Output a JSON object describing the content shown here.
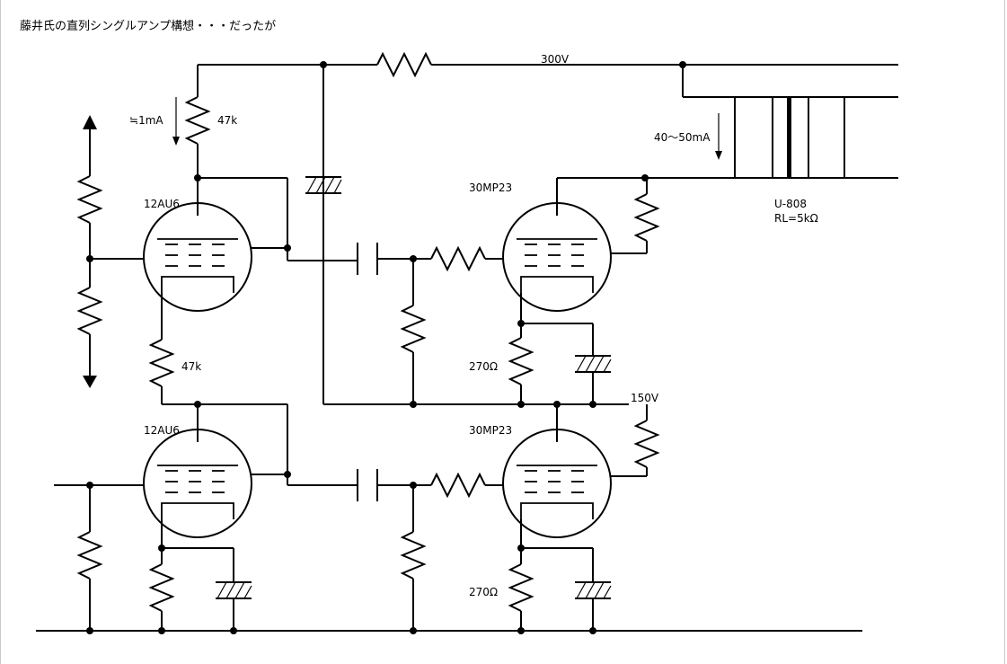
{
  "title": "藤井氏の直列シングルアンプ構想・・・だったが",
  "labels": {
    "b_plus": "300V",
    "mid_supply": "150V",
    "current_drive": "≒1mA",
    "current_output": "40～50mA",
    "r_plate_upper": "47k",
    "r_plate_lower": "47k",
    "tube_driver_upper": "12AU6",
    "tube_driver_lower": "12AU6",
    "tube_output_upper": "30MP23",
    "tube_output_lower": "30MP23",
    "r_cathode_upper": "270Ω",
    "r_cathode_lower": "270Ω",
    "transformer": "U-808",
    "load": "RL=5kΩ"
  },
  "colors": {
    "line": "#000000",
    "background": "#ffffff",
    "frame": "#c8c8c8"
  }
}
